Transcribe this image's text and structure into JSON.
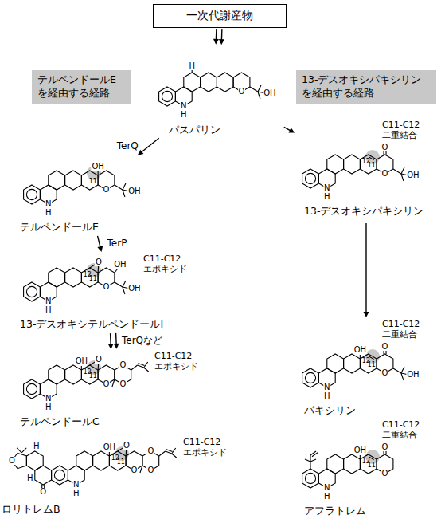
{
  "diagram": {
    "nodes": [
      {
        "text": [
          "一次代謝産物"
        ]
      },
      {
        "text": [
          "パスパリン",
          "H",
          "N",
          "H",
          "O",
          "OH"
        ]
      },
      {
        "text": [
          "テルペンドールE を経由する経路"
        ]
      },
      {
        "text": [
          "13-デスオキシパキシリン を経由する経路"
        ]
      },
      {
        "text": [
          "テルペンドールE",
          "OH",
          "11",
          "N",
          "H",
          "O",
          "OH"
        ]
      },
      {
        "text": [
          "13-デスオキシテルペンドールI",
          "C11-C12 エポキシド",
          "12",
          "11",
          "O",
          "N",
          "H",
          "O",
          "OH",
          "OH"
        ]
      },
      {
        "text": [
          "テルペンドールC",
          "C11-C12 エポキシド",
          "OH",
          "12",
          "11",
          "O",
          "N",
          "H",
          "O",
          "O",
          "O"
        ]
      },
      {
        "text": [
          "ロリトレムB",
          "C11-C12 エポキシド",
          "O",
          "O",
          "H",
          "H",
          "N",
          "H",
          "OH",
          "12",
          "11",
          "O",
          "O",
          "O",
          "O"
        ]
      },
      {
        "text": [
          "13-デスオキシパキシリン",
          "C11-C12 二重結合",
          "12",
          "11",
          "N",
          "H",
          "O",
          "O",
          "OH"
        ]
      },
      {
        "text": [
          "パキシリン",
          "C11-C12 二重結合",
          "OH",
          "12",
          "11",
          "N",
          "H",
          "O",
          "O",
          "OH"
        ]
      },
      {
        "text": [
          "アフラトレム",
          "C11-C12 二重結合",
          "OH",
          "12",
          "11",
          "N",
          "H",
          "O",
          "O"
        ]
      }
    ],
    "edges": [
      {
        "from": 0,
        "to": 1,
        "arrow": "to"
      },
      {
        "from": 1,
        "to": 4,
        "label": "TerQ",
        "arrow": "to"
      },
      {
        "from": 4,
        "to": 5,
        "label": "TerP",
        "arrow": "to"
      },
      {
        "from": 5,
        "to": 6,
        "label": "TerQなど",
        "arrow": "to"
      },
      {
        "from": 1,
        "to": 8,
        "arrow": "to"
      },
      {
        "from": 8,
        "to": 9,
        "arrow": "to"
      }
    ]
  }
}
